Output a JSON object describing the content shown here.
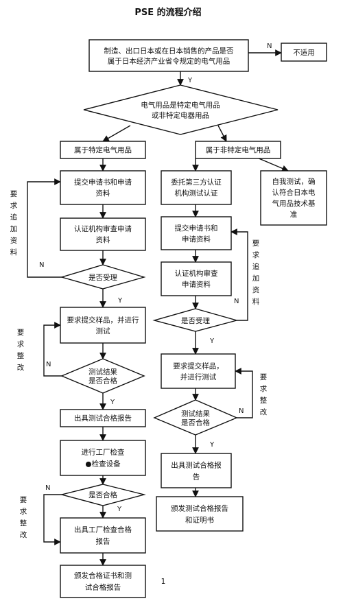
{
  "title": "PSE 的流程介绍",
  "page_number": "1",
  "nodes": {
    "start": [
      "制造、出口日本或在日本销售的产品是否",
      "属于日本经济产业省令规定的电气用品"
    ],
    "not_applicable": [
      "不适用"
    ],
    "decision_type": [
      "电气用品是特定电气用品",
      "或非特定电器用品"
    ],
    "specific": [
      "属于特定电气用品"
    ],
    "nonspecific": [
      "属于非特定电气用品"
    ],
    "self_test": [
      "自我测试，确",
      "认符合日本电",
      "气用品技术基",
      "准"
    ],
    "L_submit_application": [
      "提交申请书和申请",
      "资料"
    ],
    "L_review": [
      "认证机构审查申请",
      "资料"
    ],
    "L_accept": [
      "是否受理"
    ],
    "L_submit_samples": [
      "要求提交样品，并进行",
      "测试"
    ],
    "L_test_result": [
      "测试结果",
      "是否合格"
    ],
    "L_test_report": [
      "出具测试合格报告"
    ],
    "L_factory_inspection": [
      "进行工厂检查",
      "●检查设备"
    ],
    "L_pass": [
      "是否合格"
    ],
    "L_factory_report": [
      "出具工厂检查合格",
      "报告"
    ],
    "L_issue_cert": [
      "颁发合格证书和测",
      "试合格报告"
    ],
    "R_entrust": [
      "委托第三方认证",
      "机构测试认证"
    ],
    "R_submit_application": [
      "提交申请书和",
      "申请资料"
    ],
    "R_review": [
      "认证机构审查",
      "申请资料"
    ],
    "R_accept": [
      "是否受理"
    ],
    "R_submit_samples": [
      "要求提交样品，",
      "并进行测试"
    ],
    "R_test_result": [
      "测试结果",
      "是否合格"
    ],
    "R_test_report": [
      "出具测试合格报",
      "告"
    ],
    "R_issue_report": [
      "颁发测试合格报告",
      "和证明书"
    ]
  },
  "edge_labels": {
    "yes": "Y",
    "no": "N"
  },
  "side_notes": {
    "request_more_docs": [
      "要",
      "求",
      "追",
      "加",
      "资",
      "料"
    ],
    "request_rectify": [
      "要",
      "求",
      "整",
      "改"
    ]
  }
}
